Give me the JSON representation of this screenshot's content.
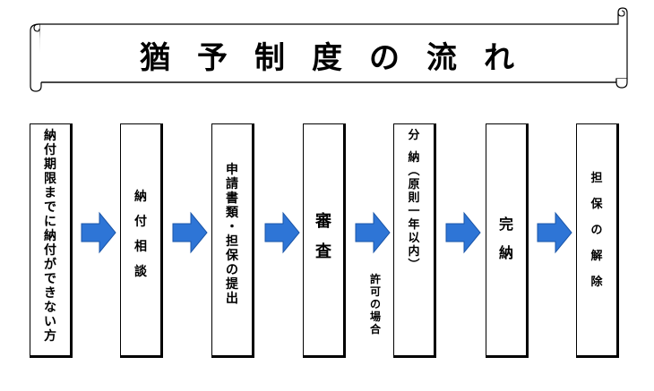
{
  "title": "猶予制度の流れ",
  "steps": [
    {
      "label": "納付期限までに納付ができない方"
    },
    {
      "label": "納付相談"
    },
    {
      "label": "申請書類・担保の提出"
    },
    {
      "label": "審査"
    },
    {
      "label": "分納︵原則一年以内︶"
    },
    {
      "label": "完納"
    },
    {
      "label": "担保の解除"
    }
  ],
  "notes": {
    "permit": "許可の場合"
  },
  "colors": {
    "arrow_fill": "#2e75d6",
    "arrow_stroke": "#1a55a8",
    "border": "#000000"
  }
}
